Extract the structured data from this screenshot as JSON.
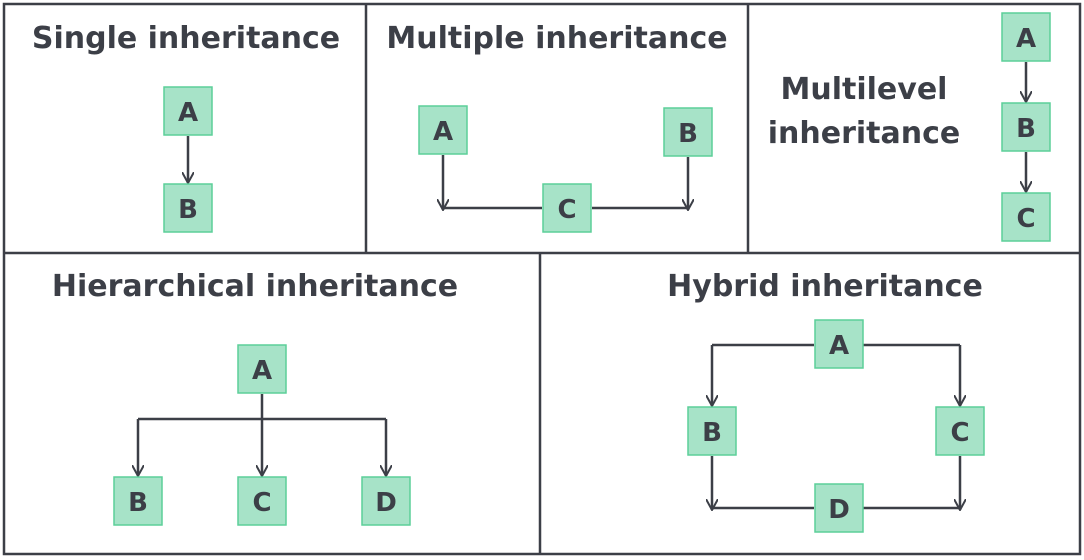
{
  "panels": {
    "single": {
      "title": "Single inheritance",
      "nodes": [
        "A",
        "B"
      ]
    },
    "multiple": {
      "title": "Multiple inheritance",
      "nodes": [
        "A",
        "B",
        "C"
      ]
    },
    "multilevel": {
      "title_line1": "Multilevel",
      "title_line2": "inheritance",
      "nodes": [
        "A",
        "B",
        "C"
      ]
    },
    "hierarchical": {
      "title": "Hierarchical inheritance",
      "nodes": [
        "A",
        "B",
        "C",
        "D"
      ]
    },
    "hybrid": {
      "title": "Hybrid inheritance",
      "nodes": [
        "A",
        "B",
        "C",
        "D"
      ]
    }
  },
  "colors": {
    "node_fill": "#a7e3c8",
    "node_border": "#5ccf99",
    "line": "#3c3f47",
    "text": "#3c3f47"
  }
}
